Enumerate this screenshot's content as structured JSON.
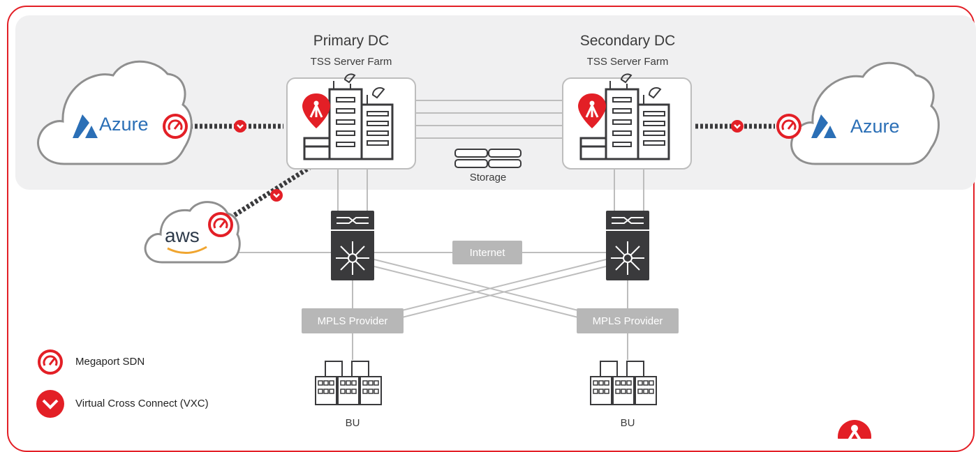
{
  "primary_dc": {
    "title": "Primary DC",
    "subtitle": "TSS Server Farm"
  },
  "secondary_dc": {
    "title": "Secondary DC",
    "subtitle": "TSS Server Farm"
  },
  "storage_label": "Storage",
  "internet_label": "Internet",
  "mpls_left": "MPLS Provider",
  "mpls_right": "MPLS Provider",
  "bu_left": "BU",
  "bu_right": "BU",
  "azure_left": "Azure",
  "azure_right": "Azure",
  "aws": "aws",
  "legend": {
    "megaport": "Megaport SDN",
    "vxc": "Virtual Cross Connect (VXC)"
  },
  "colors": {
    "accent": "#e31f26",
    "azure": "#2b6fb6",
    "switch": "#3a3a3c",
    "line": "#bdbdbd",
    "pill": "#b7b7b7"
  }
}
